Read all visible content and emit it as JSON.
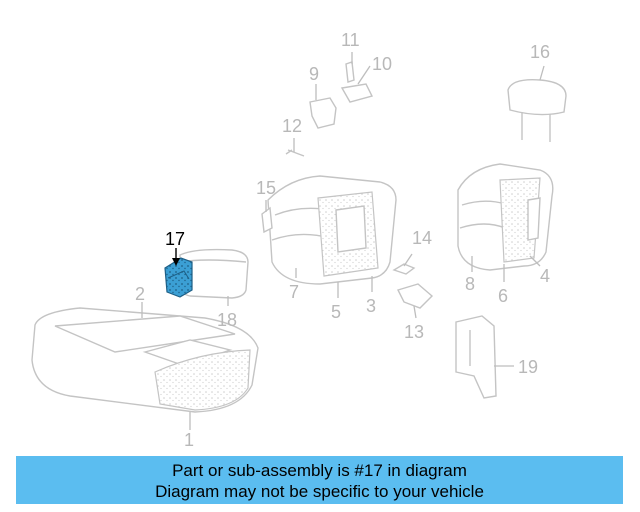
{
  "highlight": {
    "part_number": "17",
    "color": "#3b9fd4"
  },
  "callouts": {
    "c1": "1",
    "c2": "2",
    "c3": "3",
    "c4": "4",
    "c5": "5",
    "c6": "6",
    "c7": "7",
    "c8": "8",
    "c9": "9",
    "c10": "10",
    "c11": "11",
    "c12": "12",
    "c13": "13",
    "c14": "14",
    "c15": "15",
    "c16": "16",
    "c17": "17",
    "c18": "18",
    "c19": "19"
  },
  "banner": {
    "line1": "Part or sub-assembly is #17 in diagram",
    "line2": "Diagram may not be specific to your vehicle",
    "color": "#5bbdf0"
  }
}
